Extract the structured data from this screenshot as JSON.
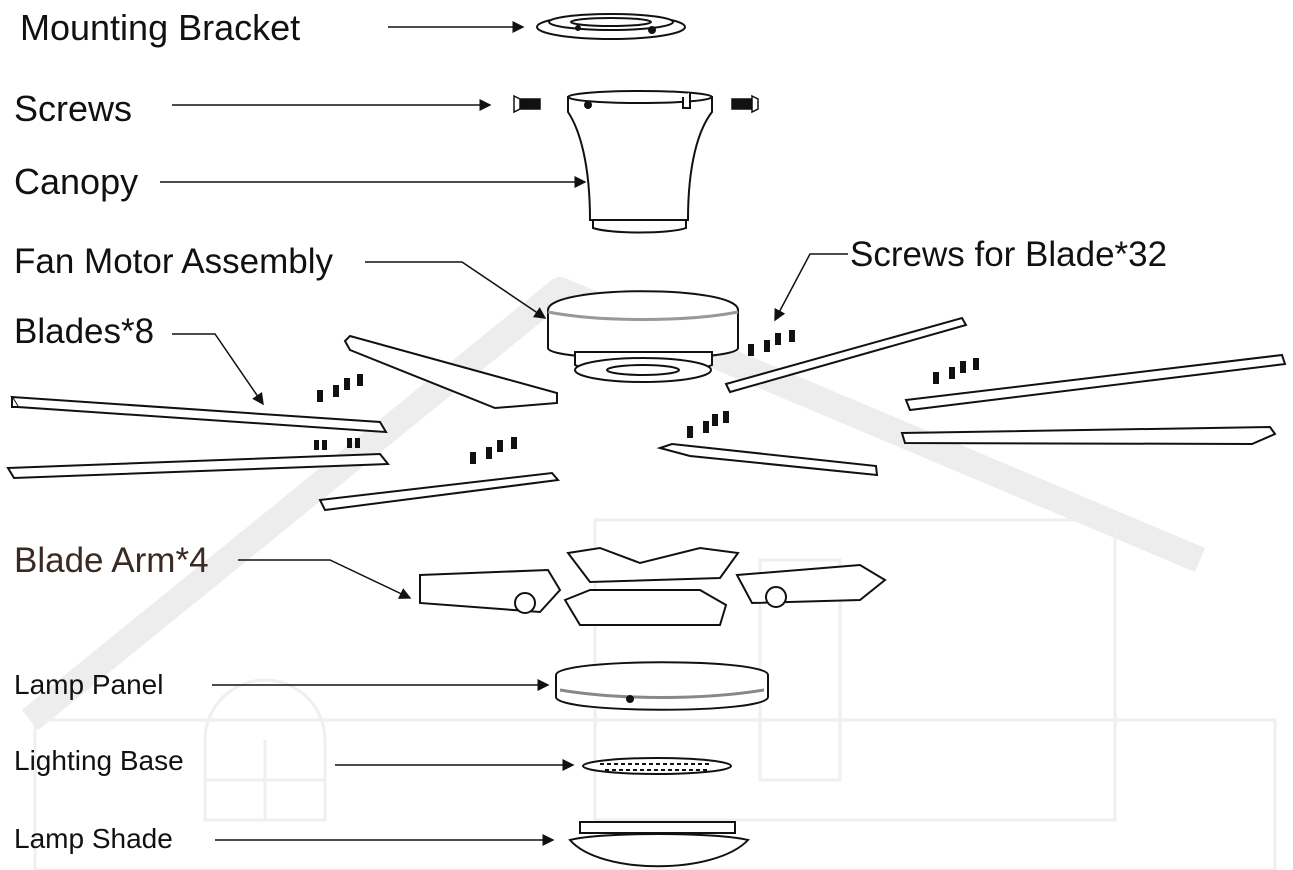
{
  "labels": {
    "mounting_bracket": "Mounting Bracket",
    "screws": "Screws",
    "canopy": "Canopy",
    "fan_motor_assembly": "Fan Motor Assembly",
    "screws_for_blade": "Screws for Blade*32",
    "blades": "Blades*8",
    "blade_arm": "Blade Arm*4",
    "lamp_panel": "Lamp Panel",
    "lighting_base": "Lighting Base",
    "lamp_shade": "Lamp Shade"
  },
  "colors": {
    "line": "#111111",
    "watermark": "#ececec",
    "label_brown": "#3a2a22"
  }
}
